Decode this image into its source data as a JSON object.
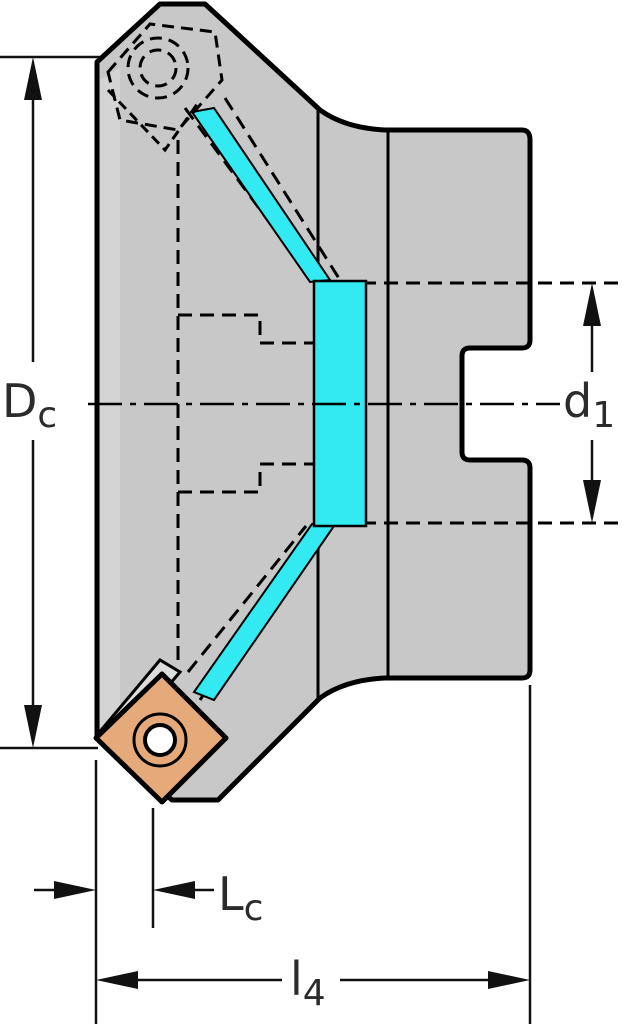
{
  "labels": {
    "dc_main": "D",
    "dc_sub": "c",
    "d1_main": "d",
    "d1_sub": "1",
    "lc_main": "L",
    "lc_sub": "c",
    "l4_main": "l",
    "l4_sub": "4"
  },
  "colors": {
    "body_fill": "#c8c8c8",
    "outline": "#000000",
    "coolant": "#33e9f2",
    "insert": "#e6a97a",
    "dimension": "#111111",
    "text": "#2b2b2b"
  },
  "icons": {
    "cutting_insert": "square-insert-with-screw",
    "hidden_insert": "dashed-square-insert"
  }
}
